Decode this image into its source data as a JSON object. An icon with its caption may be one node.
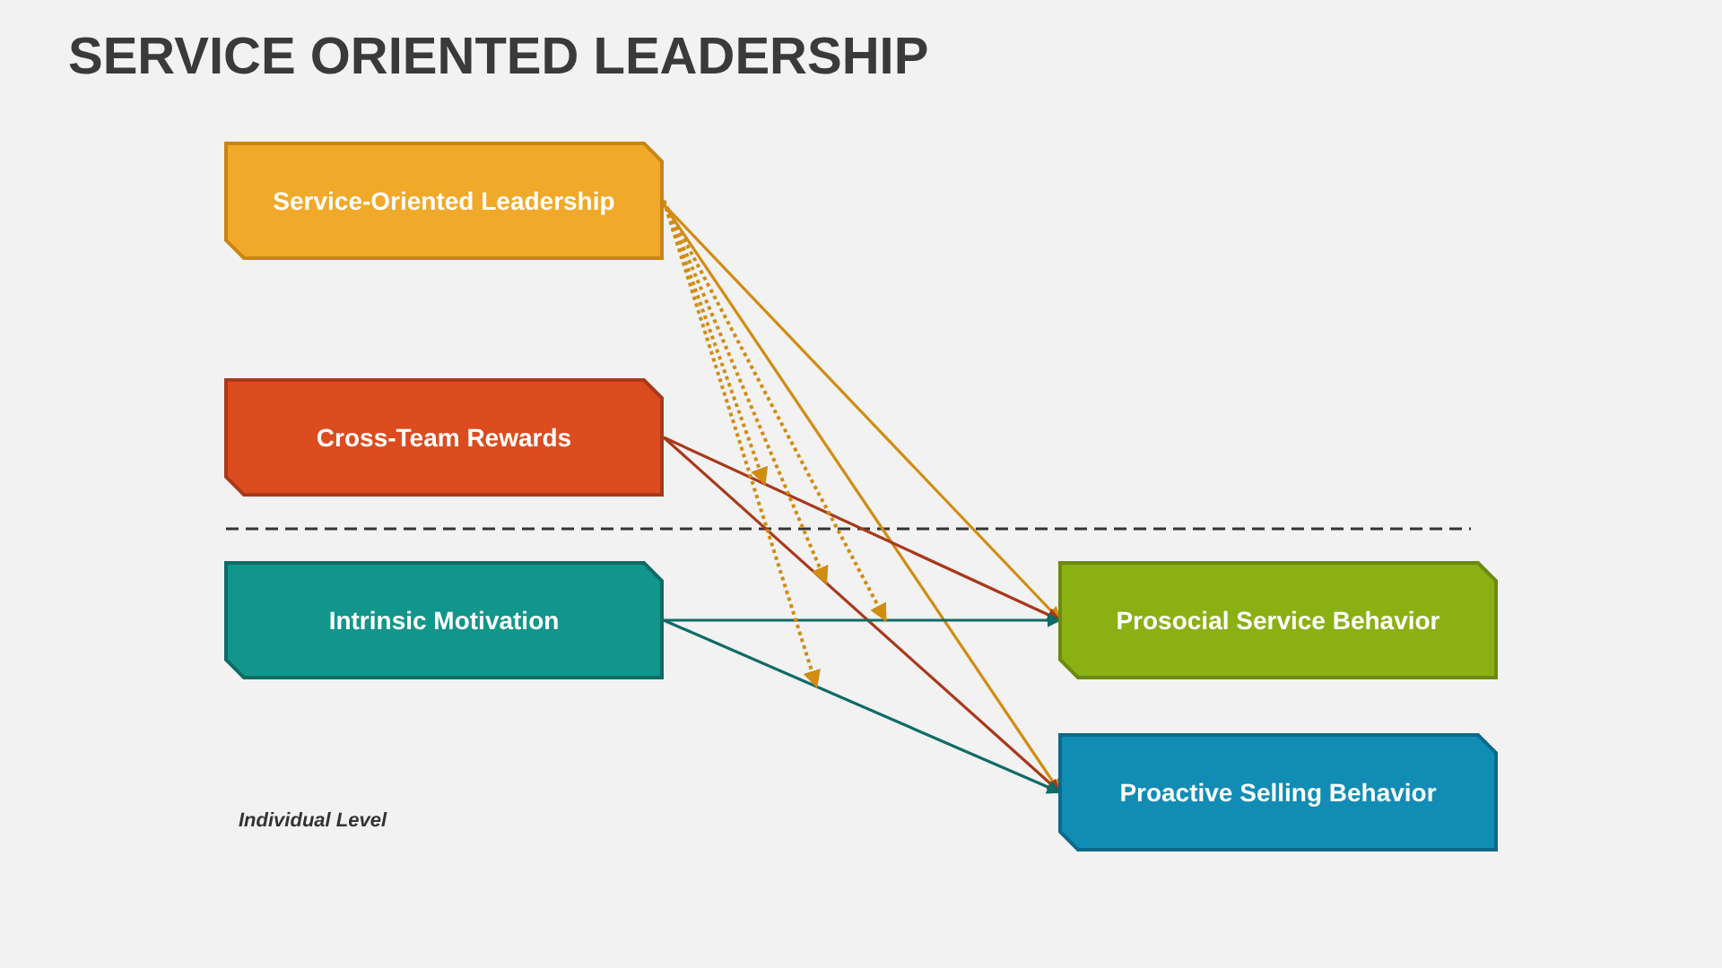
{
  "diagram": {
    "title": "SERVICE ORIENTED LEADERSHIP",
    "nodes": [
      {
        "text": [
          "Service-Oriented Leadership"
        ]
      },
      {
        "text": [
          "Cross-Team Rewards"
        ]
      },
      {
        "text": [
          "Intrinsic Motivation"
        ]
      },
      {
        "text": [
          "Prosocial Service Behavior"
        ]
      },
      {
        "text": [
          "Proactive Selling Behavior"
        ]
      }
    ],
    "edges": [
      {
        "from": 0,
        "to": 3,
        "arrow": "to"
      },
      {
        "from": 0,
        "to": 4,
        "arrow": "to"
      },
      {
        "from": 1,
        "to": 3,
        "arrow": "to",
        "color": "#a8391b"
      },
      {
        "from": 1,
        "to": 4,
        "arrow": "to",
        "color": "#a8391b"
      },
      {
        "from": 2,
        "to": 3,
        "arrow": "to",
        "color": "#0f6b66"
      },
      {
        "from": 2,
        "to": 4,
        "arrow": "to",
        "color": "#0f6b66"
      },
      {
        "from": 0,
        "to": null,
        "arrow": "to",
        "style": "dashed"
      },
      {
        "from": 0,
        "to": null,
        "arrow": "to",
        "style": "dashed"
      },
      {
        "from": 0,
        "to": null,
        "arrow": "to",
        "style": "dashed"
      },
      {
        "from": 0,
        "to": null,
        "arrow": "to",
        "style": "dashed"
      }
    ],
    "labels": [
      "Individual Level"
    ]
  }
}
